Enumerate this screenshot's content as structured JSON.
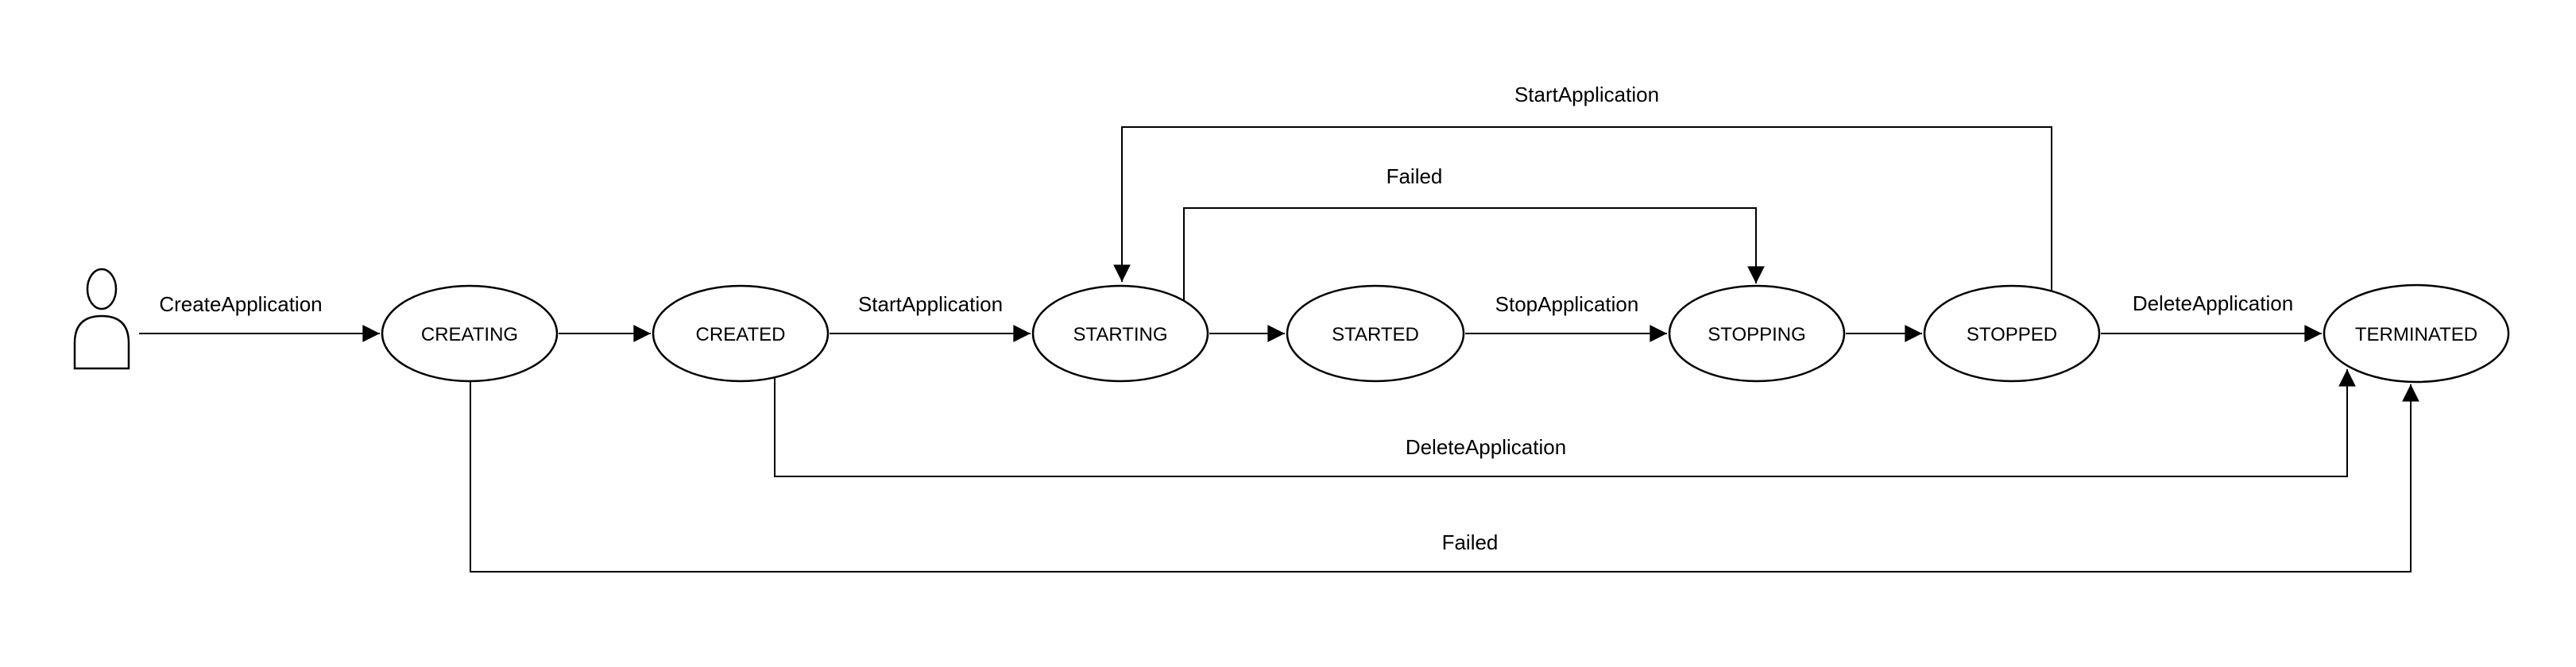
{
  "diagram": {
    "kind": "state-machine",
    "background_color": "#ffffff",
    "stroke_color": "#000000",
    "text_color": "#000000",
    "actor": {
      "name": "user",
      "icon": "person-icon"
    },
    "states": [
      {
        "id": "creating",
        "label": "CREATING"
      },
      {
        "id": "created",
        "label": "CREATED"
      },
      {
        "id": "starting",
        "label": "STARTING"
      },
      {
        "id": "started",
        "label": "STARTED"
      },
      {
        "id": "stopping",
        "label": "STOPPING"
      },
      {
        "id": "stopped",
        "label": "STOPPED"
      },
      {
        "id": "terminated",
        "label": "TERMINATED"
      }
    ],
    "transitions": [
      {
        "from": "user",
        "to": "creating",
        "label": "CreateApplication",
        "route": "direct"
      },
      {
        "from": "creating",
        "to": "created",
        "label": "",
        "route": "direct"
      },
      {
        "from": "created",
        "to": "starting",
        "label": "StartApplication",
        "route": "direct"
      },
      {
        "from": "starting",
        "to": "started",
        "label": "",
        "route": "direct"
      },
      {
        "from": "started",
        "to": "stopping",
        "label": "StopApplication",
        "route": "direct"
      },
      {
        "from": "stopping",
        "to": "stopped",
        "label": "",
        "route": "direct"
      },
      {
        "from": "stopped",
        "to": "terminated",
        "label": "DeleteApplication",
        "route": "direct"
      },
      {
        "from": "stopped",
        "to": "starting",
        "label": "StartApplication",
        "route": "top"
      },
      {
        "from": "starting",
        "to": "stopping",
        "label": "Failed",
        "route": "top"
      },
      {
        "from": "created",
        "to": "terminated",
        "label": "DeleteApplication",
        "route": "bottom"
      },
      {
        "from": "creating",
        "to": "terminated",
        "label": "Failed",
        "route": "bottom"
      }
    ]
  }
}
